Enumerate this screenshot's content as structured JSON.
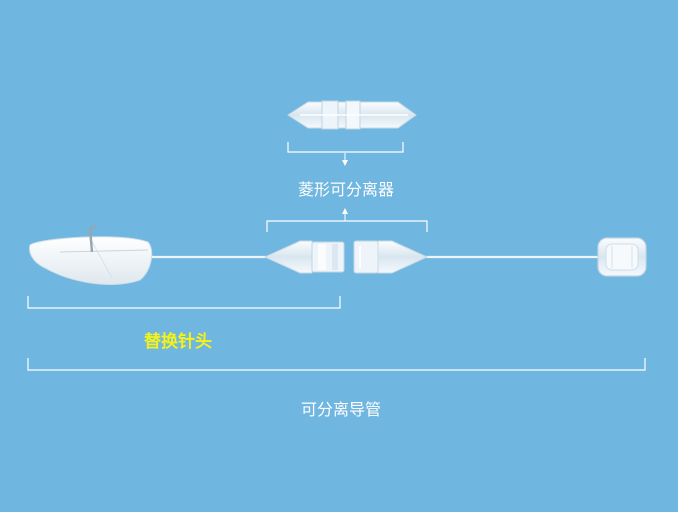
{
  "labels": {
    "connector": "菱形可分离器",
    "replace_needle": "替换针头",
    "catheter": "可分离导管"
  },
  "colors": {
    "background": "#6fb6e0",
    "bracket": "#ffffff",
    "highlight": "#f4f21a"
  },
  "icons": {
    "arrow_down": "arrow-down-icon",
    "arrow_up": "arrow-up-icon"
  }
}
